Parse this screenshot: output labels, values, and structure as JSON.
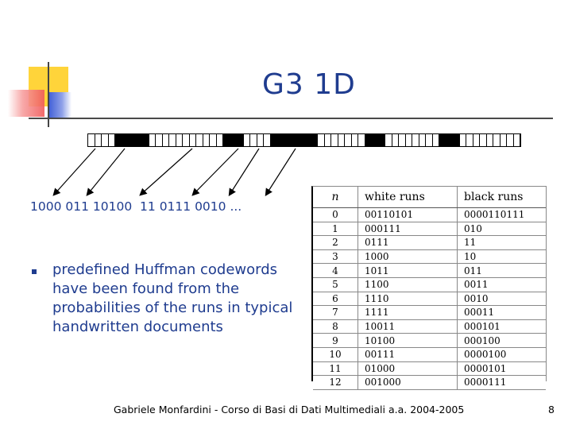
{
  "slide": {
    "title": "G3 1D",
    "code_line": "1000 011 10100  11 0111 0010 ...",
    "bullet": "predefined Huffman codewords have been found from the probabilities of the runs in typical handwritten documents",
    "footer": "Gabriele Monfardini - Corso di Basi di Dati Multimediali  a.a. 2004-2005",
    "page_number": "8"
  },
  "strip": {
    "cells": [
      0,
      0,
      0,
      0,
      1,
      1,
      1,
      1,
      1,
      0,
      0,
      0,
      0,
      0,
      0,
      0,
      0,
      0,
      0,
      0,
      1,
      1,
      1,
      0,
      0,
      0,
      0,
      1,
      1,
      1,
      1,
      1,
      1,
      1,
      0,
      0,
      0,
      0,
      0,
      0,
      0,
      1,
      1,
      1,
      0,
      0,
      0,
      0,
      0,
      0,
      0,
      0,
      1,
      1,
      1,
      0,
      0,
      0,
      0,
      0,
      0,
      0,
      0,
      0
    ]
  },
  "table": {
    "headers": [
      "n",
      "white runs",
      "black runs"
    ],
    "rows": [
      [
        "0",
        "00110101",
        "0000110111"
      ],
      [
        "1",
        "000111",
        "010"
      ],
      [
        "2",
        "0111",
        "11"
      ],
      [
        "3",
        "1000",
        "10"
      ],
      [
        "4",
        "1011",
        "011"
      ],
      [
        "5",
        "1100",
        "0011"
      ],
      [
        "6",
        "1110",
        "0010"
      ],
      [
        "7",
        "1111",
        "00011"
      ],
      [
        "8",
        "10011",
        "000101"
      ],
      [
        "9",
        "10100",
        "000100"
      ],
      [
        "10",
        "00111",
        "0000100"
      ],
      [
        "11",
        "01000",
        "0000101"
      ],
      [
        "12",
        "001000",
        "0000111"
      ]
    ]
  },
  "colors": {
    "title": "#1f3c8f",
    "deco_yellow": "#ffd43a",
    "deco_red": "#f05a5a",
    "deco_blue": "#3b5bd6"
  }
}
